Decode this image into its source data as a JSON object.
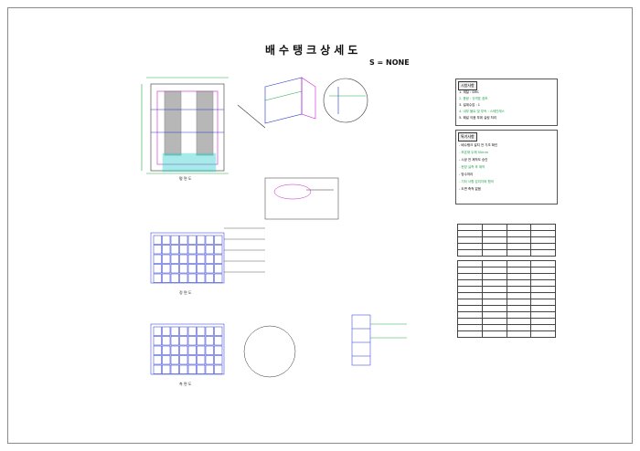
{
  "title": "배수탱크상세도",
  "scale": "S = NONE",
  "views": {
    "plan_label": "평 면 도",
    "front_label": "정 면 도",
    "side_label": "측 면 도"
  },
  "notes": {
    "box1_head": "시방사항",
    "box1_lines": [
      "1. 재질 : SMC",
      "2. 용량 : 규격표 참조",
      "3. 설계수압 : 1",
      "4. 내부 볼트 및 부속 : 스테인레스",
      "5. 패널 이음 부위 실링 처리"
    ],
    "box2_head": "특기사항",
    "box2_lines": [
      "- 배수탱크 설치 전 기초 확인",
      "- 보온재 두께 50mm",
      "- 시공 전 제작도 승인",
      "- 현장 실측 후 제작",
      "- 방수처리",
      "- 기타 사항 감리자와 협의",
      "- 도면 축척 없음"
    ]
  },
  "colors": {
    "blue": "#2233cc",
    "magenta": "#cc22cc",
    "green": "#22aa44",
    "cyan": "#22cccc",
    "gray": "#999999"
  }
}
